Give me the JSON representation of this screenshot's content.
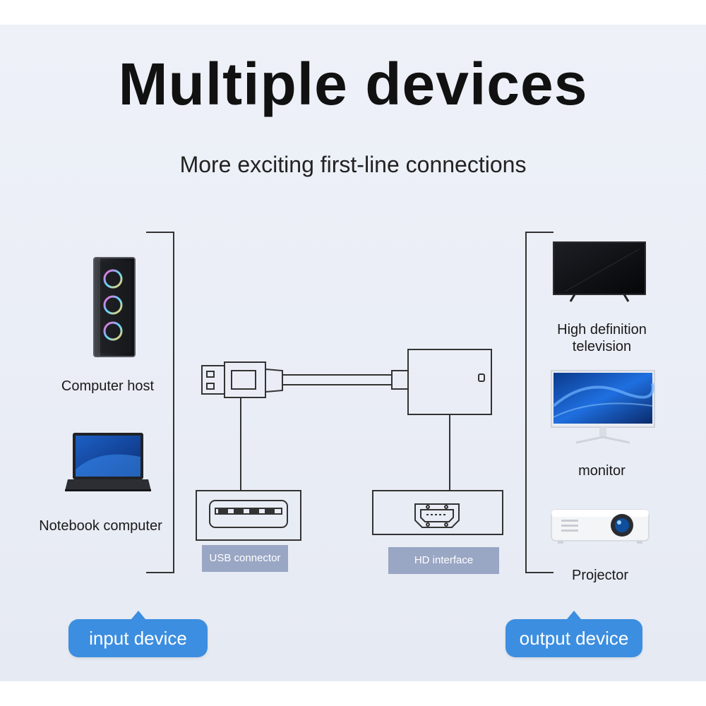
{
  "header": {
    "title": "Multiple devices",
    "subtitle": "More exciting first-line connections"
  },
  "input": {
    "devices": [
      {
        "label": "Computer host",
        "icon": "computer-host-icon"
      },
      {
        "label": "Notebook computer",
        "icon": "laptop-icon"
      }
    ],
    "badge": "input device"
  },
  "output": {
    "devices": [
      {
        "label": "High definition\ntelevision",
        "icon": "tv-icon"
      },
      {
        "label": "monitor",
        "icon": "monitor-icon"
      },
      {
        "label": "Projector",
        "icon": "projector-icon"
      }
    ],
    "badge": "output device"
  },
  "adapter": {
    "usb_label": "USB connector",
    "hd_label": "HD interface"
  },
  "colors": {
    "accent": "#3c8ee0",
    "tag": "#99a6c4",
    "line": "#333333"
  }
}
